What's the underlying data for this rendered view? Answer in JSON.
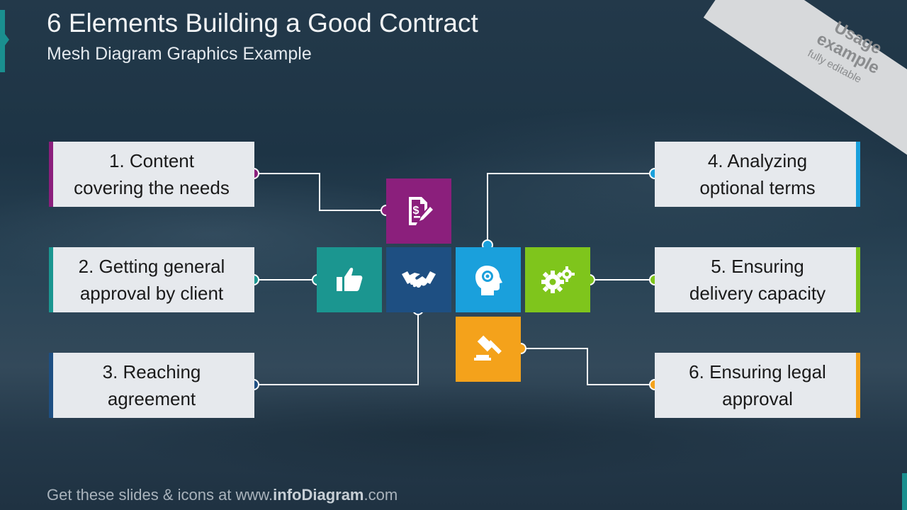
{
  "header": {
    "title": "6 Elements Building a Good Contract",
    "subtitle": "Mesh Diagram Graphics Example"
  },
  "ribbon": {
    "line1": "Usage",
    "line2": "example",
    "line3": "fully editable"
  },
  "elements": [
    {
      "label": "1. Content\ncovering the needs",
      "color": "#8b1f7c",
      "icon": "contract-dollar-icon"
    },
    {
      "label": "2. Getting general\napproval by client",
      "color": "#1b9690",
      "icon": "thumbs-up-icon"
    },
    {
      "label": "3. Reaching\nagreement",
      "color": "#1e4f82",
      "icon": "handshake-icon"
    },
    {
      "label": "4. Analyzing\noptional terms",
      "color": "#1aa0dc",
      "icon": "head-gear-icon"
    },
    {
      "label": "5. Ensuring\ndelivery capacity",
      "color": "#7fc51c",
      "icon": "gears-icon"
    },
    {
      "label": "6. Ensuring legal\napproval",
      "color": "#f4a21b",
      "icon": "gavel-icon"
    }
  ],
  "footer": {
    "prefix": "Get these slides & icons at www.",
    "brand": "infoDiagram",
    "suffix": ".com"
  }
}
